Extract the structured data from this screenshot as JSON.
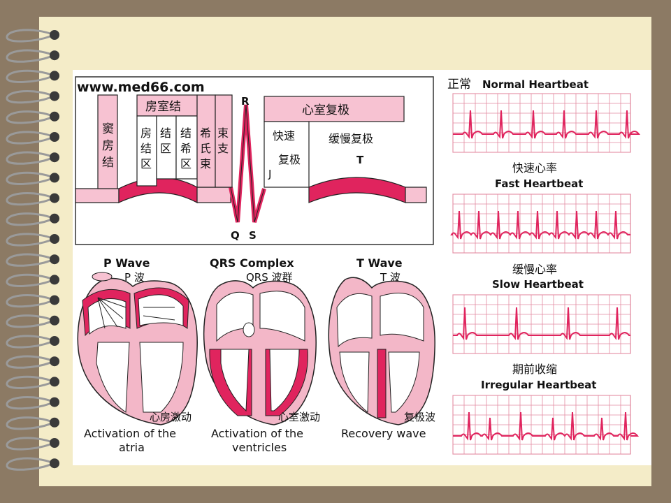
{
  "watermark": "www.med66.com",
  "colors": {
    "pink": "#f7c2d2",
    "magenta": "#e0245e",
    "grid": "#d86a86",
    "ecg": "#e0245e",
    "heart": "#f3b7c8"
  },
  "conduction": {
    "sa_node": [
      "窦",
      "房",
      "结"
    ],
    "av_node_header": "房室结",
    "av_sub1": [
      "房",
      "结",
      "区"
    ],
    "av_sub2": [
      "结",
      "区"
    ],
    "av_sub3": [
      "结",
      "希",
      "区"
    ],
    "his": [
      "希",
      "氏",
      "束"
    ],
    "bundle": [
      "束",
      "支"
    ],
    "r": "R",
    "q": "Q",
    "s": "S",
    "repol_header": "心室复极",
    "fast1": "快速",
    "fast2": "复极",
    "j": "J",
    "slow": "缓慢复极",
    "t": "T"
  },
  "waves": [
    {
      "title": "P Wave",
      "title_cn": "P 波",
      "act_cn": "心房激动",
      "caption1": "Activation of the",
      "caption2": "atria"
    },
    {
      "title": "QRS Complex",
      "title_cn": "QRS 波群",
      "act_cn": "心室激动",
      "caption1": "Activation of the",
      "caption2": "ventricles"
    },
    {
      "title": "T Wave",
      "title_cn": "T 波",
      "act_cn": "复极波",
      "caption1": "Recovery wave",
      "caption2": ""
    }
  ],
  "ecg_panels": [
    {
      "cn": "正常",
      "en": "Normal Heartbeat"
    },
    {
      "cn": "快速心率",
      "en": "Fast Heartbeat"
    },
    {
      "cn": "缓慢心率",
      "en": "Slow Heartbeat"
    },
    {
      "cn": "期前收缩",
      "en": "Irregular Heartbeat"
    }
  ]
}
